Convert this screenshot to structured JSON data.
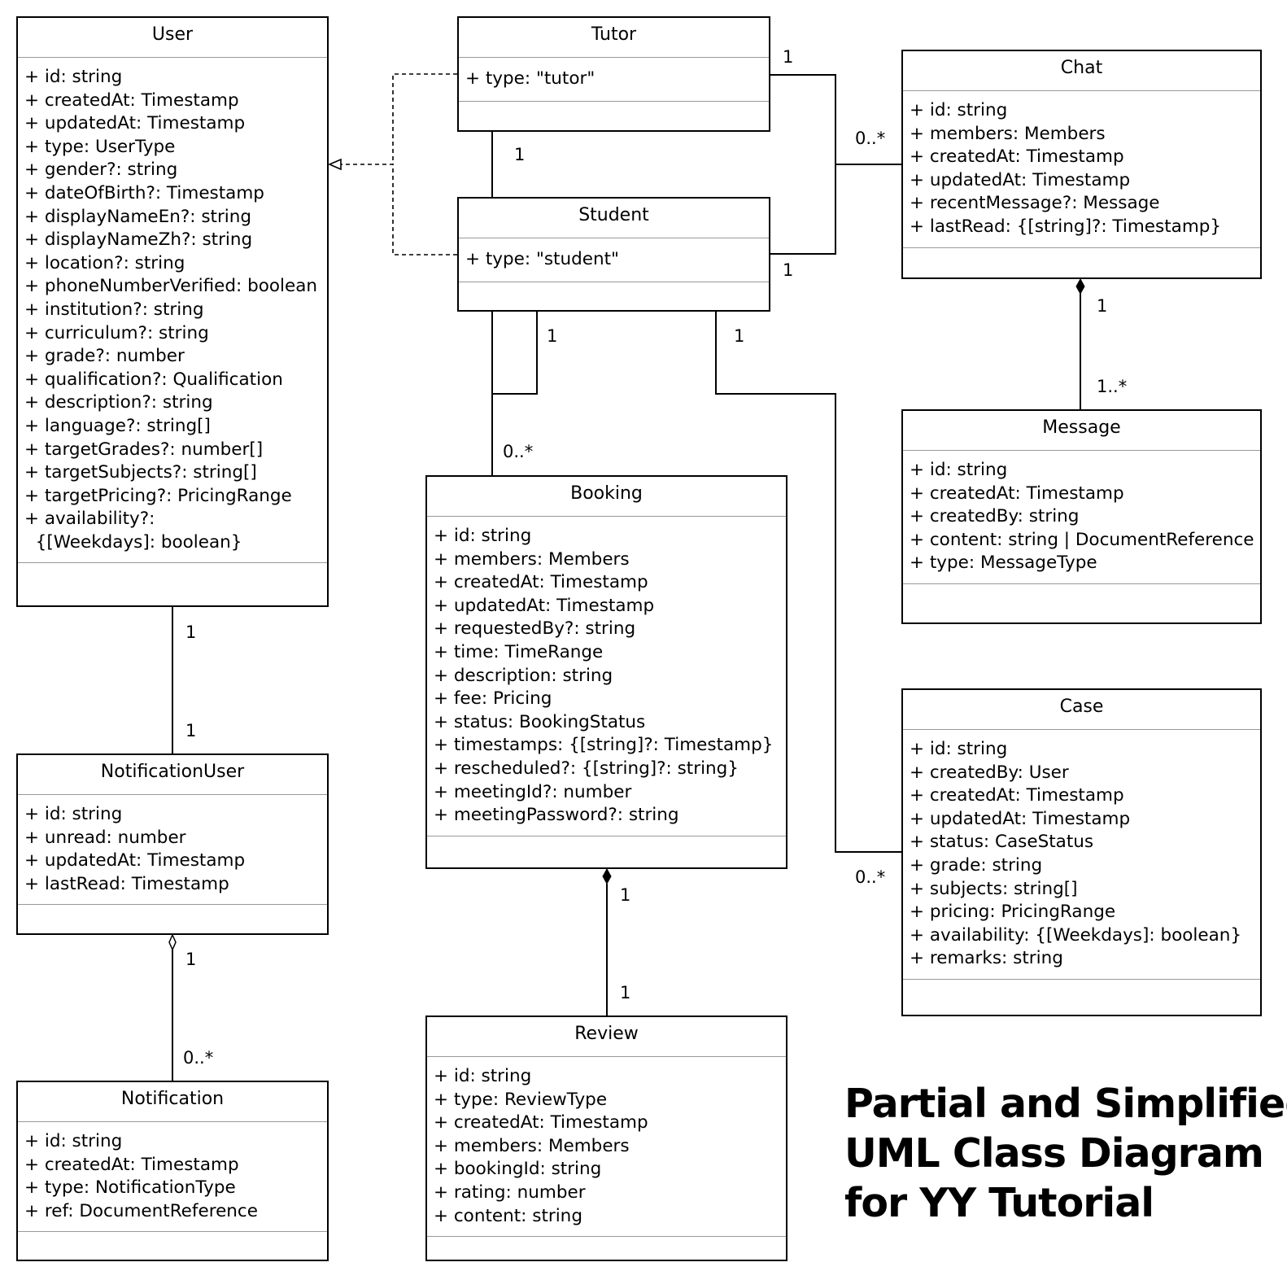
{
  "title_lines": [
    "Partial and Simplified",
    "UML Class Diagram",
    "for YY Tutorial"
  ],
  "classes": {
    "user": {
      "name": "User",
      "attributes": [
        "+ id: string",
        "+ createdAt: Timestamp",
        "+ updatedAt: Timestamp",
        "+ type: UserType",
        "+ gender?: string",
        "+ dateOfBirth?: Timestamp",
        "+ displayNameEn?: string",
        "+ displayNameZh?: string",
        "+ location?: string",
        "+ phoneNumberVerified: boolean",
        "+ institution?: string",
        "+ curriculum?: string",
        "+ grade?: number",
        "+ qualification?: Qualification",
        "+ description?: string",
        "+ language?: string[]",
        "+ targetGrades?: number[]",
        "+ targetSubjects?: string[]",
        "+ targetPricing?: PricingRange",
        "+ availability?:",
        "  {[Weekdays]: boolean}"
      ]
    },
    "tutor": {
      "name": "Tutor",
      "attributes": [
        "+ type: \"tutor\""
      ]
    },
    "student": {
      "name": "Student",
      "attributes": [
        "+ type: \"student\""
      ]
    },
    "chat": {
      "name": "Chat",
      "attributes": [
        "+ id: string",
        "+ members: Members",
        "+ createdAt: Timestamp",
        "+ updatedAt: Timestamp",
        "+ recentMessage?: Message",
        "+ lastRead: {[string]?: Timestamp}"
      ]
    },
    "message": {
      "name": "Message",
      "attributes": [
        "+ id: string",
        "+ createdAt: Timestamp",
        "+ createdBy: string",
        "+ content: string | DocumentReference",
        "+ type: MessageType"
      ]
    },
    "booking": {
      "name": "Booking",
      "attributes": [
        "+ id: string",
        "+ members: Members",
        "+ createdAt: Timestamp",
        "+ updatedAt: Timestamp",
        "+ requestedBy?: string",
        "+ time: TimeRange",
        "+ description: string",
        "+ fee: Pricing",
        "+ status: BookingStatus",
        "+ timestamps: {[string]?: Timestamp}",
        "+ rescheduled?: {[string]?: string}",
        "+ meetingId?: number",
        "+ meetingPassword?: string"
      ]
    },
    "notification_user": {
      "name": "NotificationUser",
      "attributes": [
        "+ id: string",
        "+ unread: number",
        "+ updatedAt: Timestamp",
        "+ lastRead: Timestamp"
      ]
    },
    "notification": {
      "name": "Notification",
      "attributes": [
        "+ id: string",
        "+ createdAt: Timestamp",
        "+ type: NotificationType",
        "+ ref: DocumentReference"
      ]
    },
    "review": {
      "name": "Review",
      "attributes": [
        "+ id: string",
        "+ type: ReviewType",
        "+ createdAt: Timestamp",
        "+ members: Members",
        "+ bookingId: string",
        "+ rating: number",
        "+ content: string"
      ]
    },
    "case": {
      "name": "Case",
      "attributes": [
        "+ id: string",
        "+ createdBy: User",
        "+ createdAt: Timestamp",
        "+ updatedAt: Timestamp",
        "+ status: CaseStatus",
        "+ grade: string",
        "+ subjects: string[]",
        "+ pricing: PricingRange",
        "+ availability: {[Weekdays]: boolean}",
        "+ remarks: string"
      ]
    }
  },
  "multiplicities": {
    "tutor_chat_tutor_end": "1",
    "tutor_chat_chat_end": "0..*",
    "student_chat_student_end": "1",
    "tutor_student_end": "1",
    "student_booking_self": "1",
    "student_booking_booking_end": "0..*",
    "student_case_student_end": "1",
    "student_case_case_end": "0..*",
    "chat_message_chat_end": "1",
    "chat_message_message_end": "1..*",
    "user_notifuser_user_end": "1",
    "user_notifuser_notifuser_end": "1",
    "notifuser_notif_notifuser_end": "1",
    "notifuser_notif_notif_end": "0..*",
    "booking_review_booking_end": "1",
    "booking_review_review_end": "1"
  }
}
